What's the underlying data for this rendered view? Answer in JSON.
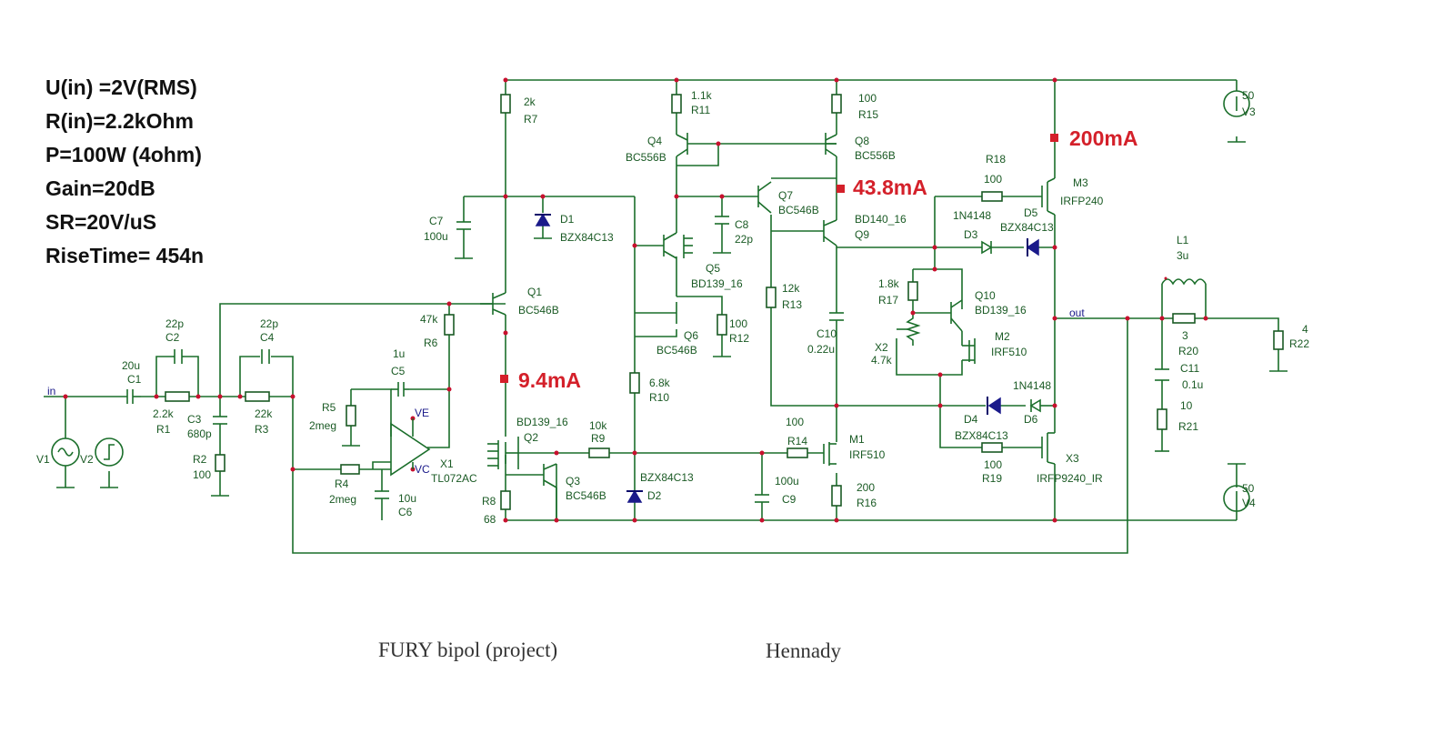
{
  "specs": [
    "U(in) =2V(RMS)",
    "R(in)=2.2kOhm",
    "P=100W (4ohm)",
    "Gain=20dB",
    "SR=20V/uS",
    "RiseTime= 454n"
  ],
  "currents": {
    "q1": "9.4mA",
    "q9": "43.8mA",
    "m3": "200mA"
  },
  "nets": {
    "in": "in",
    "out": "out",
    "ve": "VE",
    "vc": "VC"
  },
  "components": {
    "c1": [
      "20u",
      "C1"
    ],
    "c2": [
      "22p",
      "C2"
    ],
    "r1": [
      "2.2k",
      "R1"
    ],
    "c3": [
      "C3",
      "680p"
    ],
    "r2": [
      "R2",
      "100"
    ],
    "c4": [
      "22p",
      "C4"
    ],
    "r3": [
      "22k",
      "R3"
    ],
    "v1": "V1",
    "v2": "V2",
    "r5": [
      "R5",
      "2meg"
    ],
    "c5": [
      "1u",
      "C5"
    ],
    "r4": [
      "R4",
      "2meg"
    ],
    "c6": [
      "10u",
      "C6"
    ],
    "x1": [
      "X1",
      "TL072AC"
    ],
    "r6": [
      "47k",
      "R6"
    ],
    "r7": [
      "2k",
      "R7"
    ],
    "c7": [
      "C7",
      "100u"
    ],
    "d1": [
      "D1",
      "BZX84C13"
    ],
    "q1": [
      "Q1",
      "BC546B"
    ],
    "q2": [
      "BD139_16",
      "Q2"
    ],
    "q3": [
      "Q3",
      "BC546B"
    ],
    "r8": [
      "R8",
      "68"
    ],
    "r9": [
      "10k",
      "R9"
    ],
    "r10": [
      "6.8k",
      "R10"
    ],
    "d2": [
      "BZX84C13",
      "D2"
    ],
    "r11": [
      "1.1k",
      "R11"
    ],
    "q4": [
      "Q4",
      "BC556B"
    ],
    "q5": [
      "Q5",
      "BD139_16"
    ],
    "q6": [
      "Q6",
      "BC546B"
    ],
    "r12": [
      "100",
      "R12"
    ],
    "c8": [
      "C8",
      "22p"
    ],
    "q7": [
      "Q7",
      "BC546B"
    ],
    "r15": [
      "100",
      "R15"
    ],
    "q8": [
      "Q8",
      "BC556B"
    ],
    "q9": [
      "BD140_16",
      "Q9"
    ],
    "r13": [
      "12k",
      "R13"
    ],
    "c10": [
      "C10",
      "0.22u"
    ],
    "r14": [
      "100",
      "R14"
    ],
    "m1": [
      "M1",
      "IRF510"
    ],
    "c9": [
      "100u",
      "C9"
    ],
    "r16": [
      "200",
      "R16"
    ],
    "r17": [
      "1.8k",
      "R17"
    ],
    "x2": [
      "X2",
      "4.7k"
    ],
    "q10": [
      "Q10",
      "BD139_16"
    ],
    "m2": [
      "M2",
      "IRF510"
    ],
    "r18": [
      "R18",
      "100"
    ],
    "d3": [
      "1N4148",
      "D3"
    ],
    "d5": [
      "D5",
      "BZX84C13"
    ],
    "m3": [
      "M3",
      "IRFP240"
    ],
    "d4": [
      "D4",
      "BZX84C13"
    ],
    "d6": [
      "1N4148",
      "D6"
    ],
    "r19": [
      "100",
      "R19"
    ],
    "x3": "X3",
    "x3m": "IRFP9240_IR",
    "v3": [
      "50",
      "V3"
    ],
    "v4": [
      "50",
      "V4"
    ],
    "l1": [
      "L1",
      "3u"
    ],
    "r20": [
      "3",
      "R20"
    ],
    "c11": [
      "C11",
      "0.1u"
    ],
    "r21": [
      "10",
      "R21"
    ],
    "r22": [
      "4",
      "R22"
    ]
  },
  "footer": {
    "title": "FURY bipol (project)",
    "author": "Hennady"
  }
}
